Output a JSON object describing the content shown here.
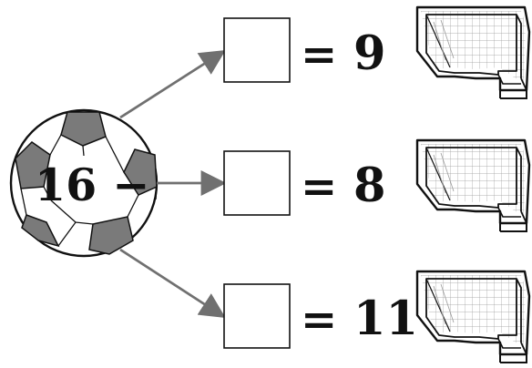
{
  "ball": {
    "expression": "16 −"
  },
  "rows": [
    {
      "answer_box": "",
      "equals": "=",
      "result": "9"
    },
    {
      "answer_box": "",
      "equals": "=",
      "result": "8"
    },
    {
      "answer_box": "",
      "equals": "=",
      "result": "11"
    }
  ],
  "icons": {
    "ball": "soccer-ball-icon",
    "goal": "soccer-goal-icon",
    "arrow": "arrow-icon"
  },
  "colors": {
    "ink": "#111111",
    "arrow": "#707070",
    "panel": "#7a7a7a"
  }
}
